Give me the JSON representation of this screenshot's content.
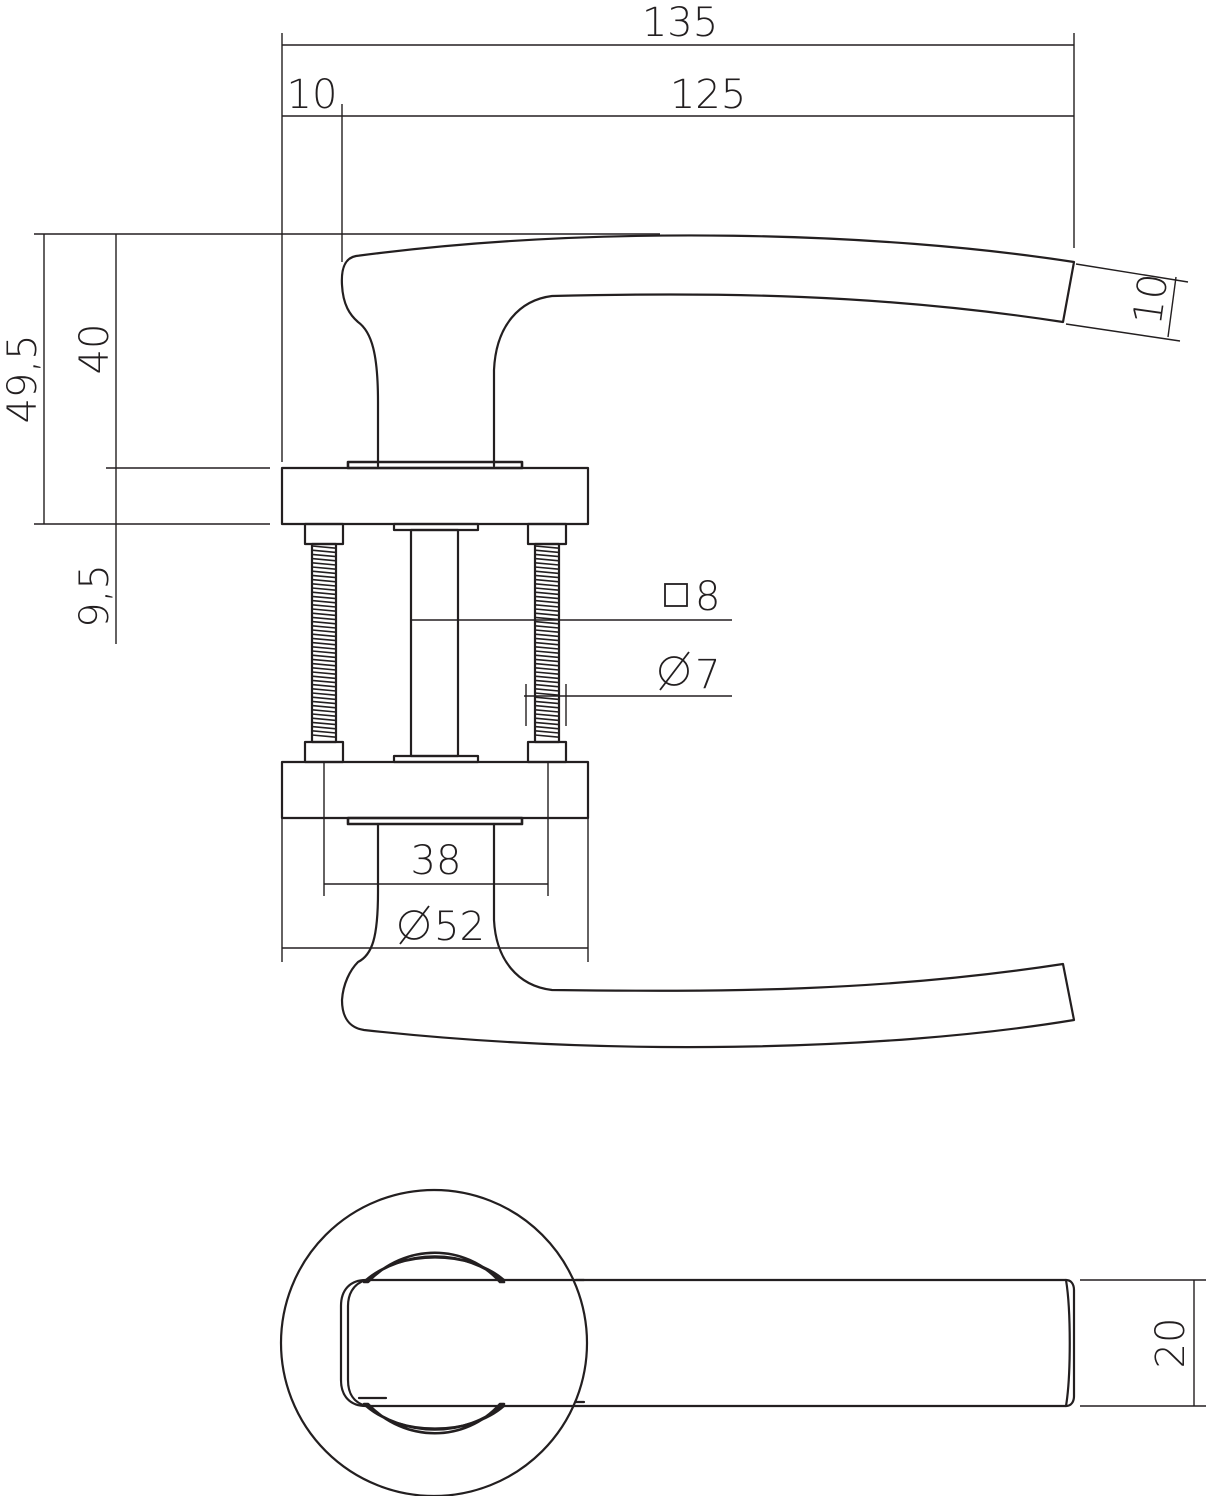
{
  "labels": {
    "overall_length": "135",
    "neck_offset": "10",
    "lever_length": "125",
    "lever_tip_height": "10",
    "overall_height": "49,5",
    "lever_height": "40",
    "rose_thickness": "9,5",
    "spindle_square": "8",
    "screw_diameter": "7",
    "screw_spacing": "38",
    "rose_diameter": "52",
    "lever_width": "20"
  },
  "symbols": {
    "square": "square-symbol",
    "diameter": "diameter-symbol"
  },
  "colors": {
    "line": "#231f20",
    "background": "#ffffff"
  }
}
